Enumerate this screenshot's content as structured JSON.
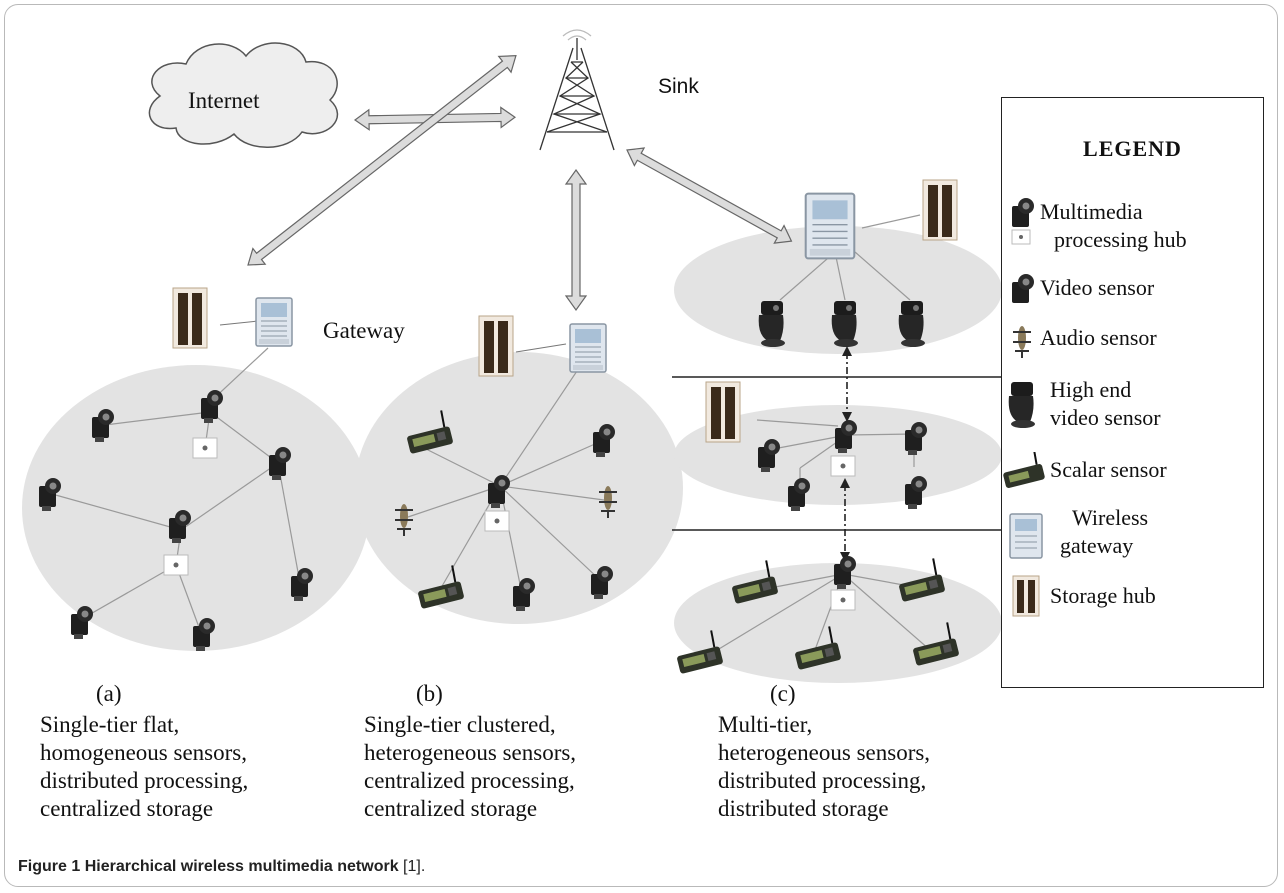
{
  "nodes": {
    "internet": "Internet",
    "sink": "Sink",
    "gateway": "Gateway"
  },
  "groups": {
    "a": {
      "tag": "(a)",
      "lines": [
        "Single-tier flat,",
        "homogeneous sensors,",
        "distributed processing,",
        "centralized storage"
      ]
    },
    "b": {
      "tag": "(b)",
      "lines": [
        "Single-tier clustered,",
        "heterogeneous sensors,",
        "centralized processing,",
        "centralized storage"
      ]
    },
    "c": {
      "tag": "(c)",
      "lines": [
        "Multi-tier,",
        "heterogeneous sensors,",
        "distributed processing,",
        "distributed storage"
      ]
    }
  },
  "legend": {
    "title": "LEGEND",
    "items": [
      {
        "icon": "multimedia-hub-icon",
        "lines": [
          "Multimedia",
          "processing hub"
        ]
      },
      {
        "icon": "video-sensor-icon",
        "lines": [
          "Video sensor"
        ]
      },
      {
        "icon": "audio-sensor-icon",
        "lines": [
          "Audio sensor"
        ]
      },
      {
        "icon": "high-end-video-sensor-icon",
        "lines": [
          "High end",
          "video sensor"
        ]
      },
      {
        "icon": "scalar-sensor-icon",
        "lines": [
          "Scalar sensor"
        ]
      },
      {
        "icon": "wireless-gateway-icon",
        "lines": [
          "Wireless",
          "gateway"
        ]
      },
      {
        "icon": "storage-hub-icon",
        "lines": [
          "Storage hub"
        ]
      }
    ]
  },
  "caption": {
    "label": "Figure 1",
    "title": "Hierarchical wireless multimedia network",
    "ref": "[1]."
  },
  "colors": {
    "cluster_fill": "#e3e3e3",
    "arrow_fill": "#dcdcdc",
    "sensor_body": "#222222",
    "storage_body": "#5a4632"
  }
}
